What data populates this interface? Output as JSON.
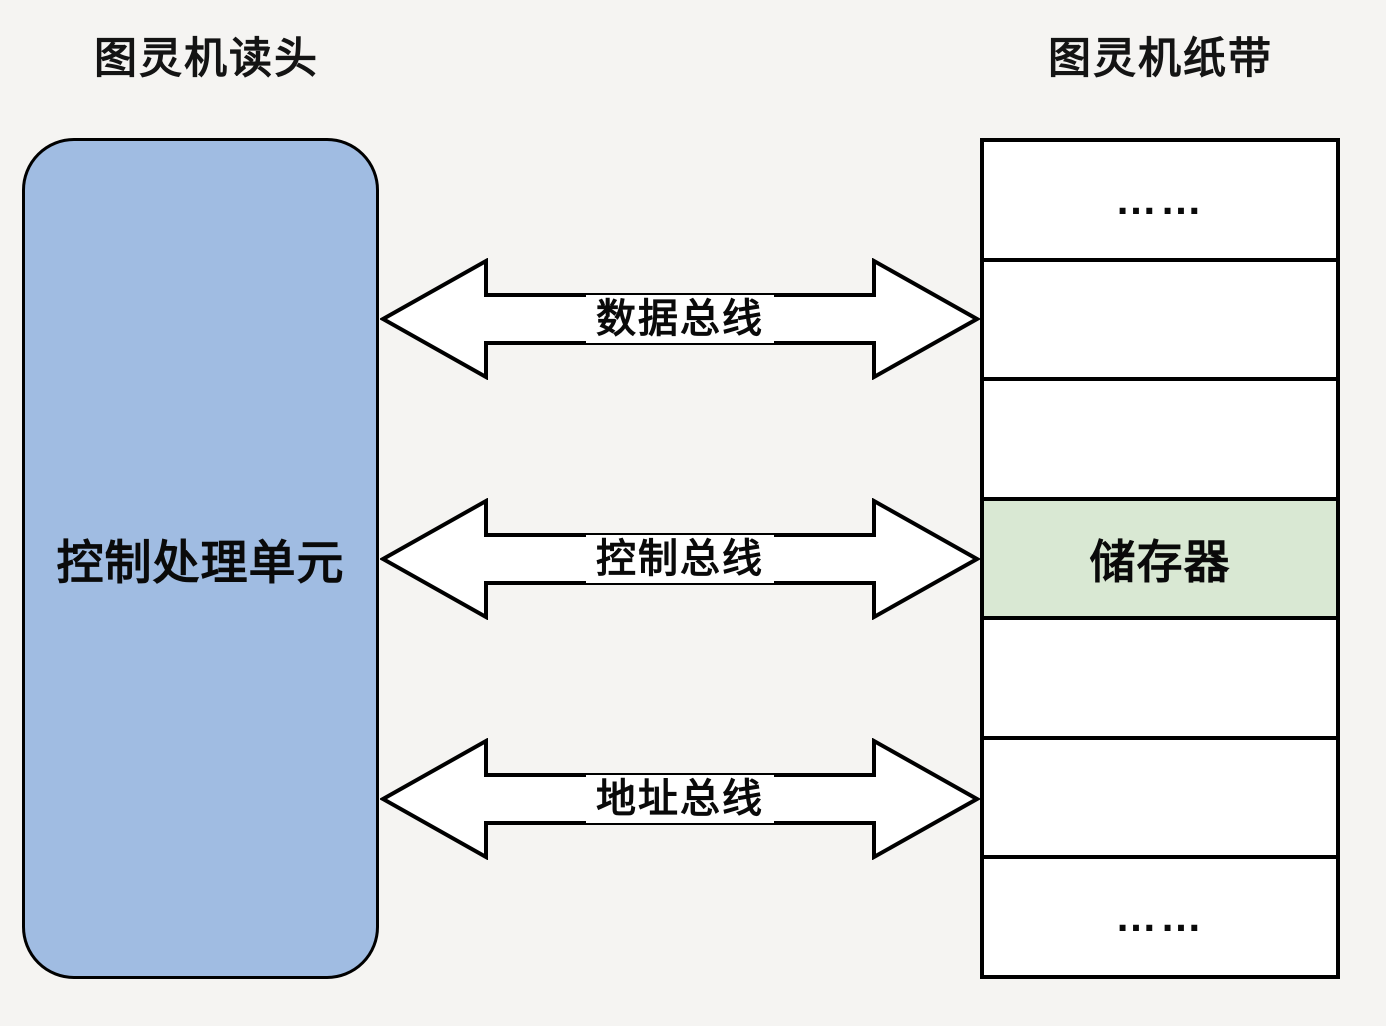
{
  "titles": {
    "left": "图灵机读头",
    "right": "图灵机纸带"
  },
  "cpu_box": {
    "label": "控制处理单元"
  },
  "buses": [
    {
      "label": "数据总线"
    },
    {
      "label": "控制总线"
    },
    {
      "label": "地址总线"
    }
  ],
  "tape": {
    "cells": [
      {
        "label": "……",
        "highlighted": false
      },
      {
        "label": "",
        "highlighted": false
      },
      {
        "label": "",
        "highlighted": false
      },
      {
        "label": "储存器",
        "highlighted": true
      },
      {
        "label": "",
        "highlighted": false
      },
      {
        "label": "",
        "highlighted": false
      },
      {
        "label": "……",
        "highlighted": false
      }
    ]
  },
  "colors": {
    "background": "#f5f4f2",
    "cpu_fill": "#a0bce2",
    "highlight_fill": "#d9e8d3",
    "arrow_fill": "#ffffff",
    "stroke": "#000000"
  }
}
